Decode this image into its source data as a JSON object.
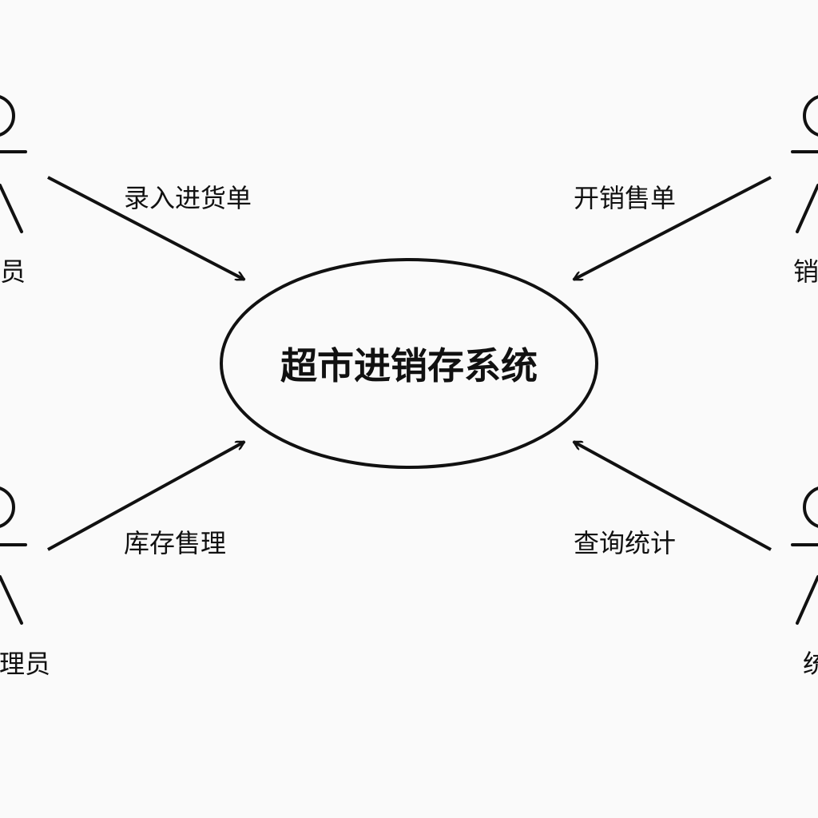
{
  "system": {
    "title": "超市进销存系统"
  },
  "actors": [
    {
      "label": "员"
    },
    {
      "label": "销"
    },
    {
      "label": "理员"
    },
    {
      "label": "统"
    }
  ],
  "flows": [
    {
      "label": "录入进货单"
    },
    {
      "label": "开销售单"
    },
    {
      "label": "库存售理"
    },
    {
      "label": "查询统计"
    }
  ]
}
